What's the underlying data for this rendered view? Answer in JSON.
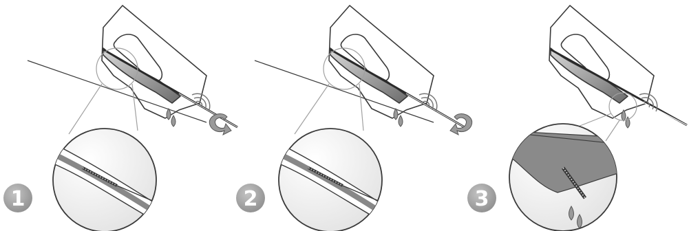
{
  "steps": [
    {
      "number": "1",
      "rotation": "clockwise",
      "cross_section": "file-in-canal"
    },
    {
      "number": "2",
      "rotation": "counter-clockwise",
      "cross_section": "file-in-canal"
    },
    {
      "number": "3",
      "rotation": "none",
      "cross_section": "file-exits-apex"
    }
  ],
  "colors": {
    "outline": "#3a3a3a",
    "tooth_fill": "#ffffff",
    "canal_gray": "#8c8c8c",
    "badge_gray": "#a6a6a6",
    "badge_text": "#ffffff",
    "drop_gray": "#9a9a9a"
  },
  "icons": [
    "tooth-icon",
    "endodontic-file-icon",
    "vibration-waves-icon",
    "rotation-arrow-icon",
    "fluid-drops-icon",
    "magnifier-circle-icon"
  ]
}
